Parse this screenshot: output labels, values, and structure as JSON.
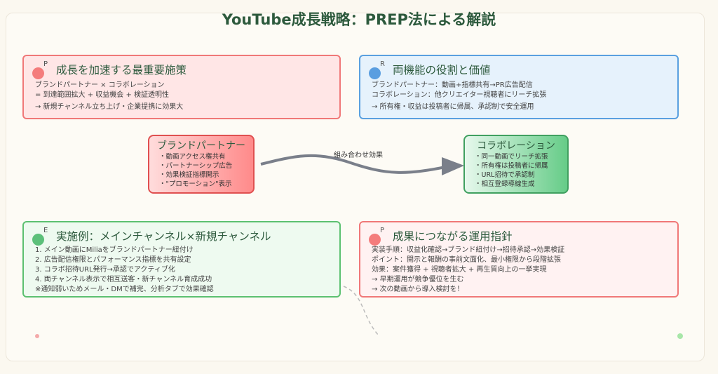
{
  "title": "YouTube成長戦略：PREP法による解説",
  "point": {
    "letter": "P",
    "heading": "成長を加速する最重要施策",
    "lines": [
      "ブランドパートナー × コラボレーション",
      "= 到達範囲拡大 + 収益機会 + 検証透明性",
      "→ 新規チャンネル立ち上げ・企業提携に効果大"
    ]
  },
  "reason": {
    "letter": "R",
    "heading": "両機能の役割と価値",
    "lines": [
      "ブランドパートナー：動画+指標共有→PR広告配信",
      "コラボレーション：他クリエイター視聴者にリーチ拡張",
      "→ 所有権・収益は投稿者に帰属、承認制で安全運用"
    ]
  },
  "brand_node": {
    "title": "ブランドパートナー",
    "items": [
      "・動画アクセス権共有",
      "・パートナーシップ広告",
      "・効果検証指標開示",
      "・\"プロモーション\"表示"
    ]
  },
  "collab_node": {
    "title": "コラボレーション",
    "items": [
      "・同一動画でリーチ拡張",
      "・所有権は投稿者に帰属",
      "・URL招待で承認制",
      "・相互登録導線生成"
    ]
  },
  "arrow_label": "組み合わせ効果",
  "example": {
    "letter": "E",
    "heading": "実施例：メインチャンネル×新規チャンネル",
    "lines": [
      "1. メイン動画にMiliaをブランドパートナー紐付け",
      "2. 広告配信権限とパフォーマンス指標を共有設定",
      "3. コラボ招待URL発行→承認でアクティブ化",
      "4. 両チャンネル表示で相互送客・新チャンネル育成成功",
      "※通知弱いためメール・DMで補完、分析タブで効果確認"
    ]
  },
  "point2": {
    "letter": "P",
    "heading": "成果につながる運用指針",
    "lines": [
      "実装手順：収益化確認→ブランド紐付け→招待承認→効果検証",
      "ポイント：開示と報酬の事前文面化、最小権限から段階拡張",
      "効果：案件獲得 + 視聴者拡大 + 再生質向上の一挙実現",
      "→ 早期運用が競争優位を生む",
      "→ 次の動画から導入検討を！"
    ]
  }
}
